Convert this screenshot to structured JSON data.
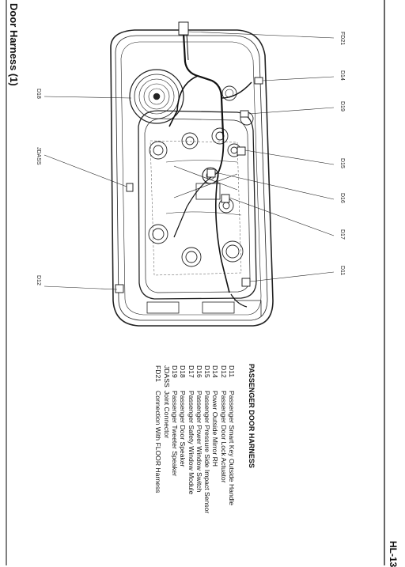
{
  "page": {
    "title": "Door Harness (1)",
    "number": "HL-13"
  },
  "legend": {
    "title": "PASSENGER DOOR HARNESS",
    "items": [
      {
        "code": "D11",
        "desc": "Passenger Smart Key Outside Handle"
      },
      {
        "code": "D12",
        "desc": "Passenger Door Lock Actuator"
      },
      {
        "code": "D14",
        "desc": "Power Outside Mirror RH"
      },
      {
        "code": "D15",
        "desc": "Passenger Pressure Side Impact Sensor"
      },
      {
        "code": "D16",
        "desc": "Passenger Power Window Switch"
      },
      {
        "code": "D17",
        "desc": "Passenger Safety Window Module"
      },
      {
        "code": "D18",
        "desc": "Passenger Door Speaker"
      },
      {
        "code": "D19",
        "desc": "Passenger Tweeter Speaker"
      },
      {
        "code": "JDASS",
        "desc": "Joint Connector"
      },
      {
        "code": "FD21",
        "desc": "Connection With FLOOR Harness"
      }
    ]
  },
  "callouts": {
    "fd21": "FD21",
    "d14": "D14",
    "d19": "D19",
    "d15": "D15",
    "d16": "D16",
    "d17": "D17",
    "d11": "D11",
    "d18": "D18",
    "jdass": "JDASS",
    "d12": "D12"
  }
}
